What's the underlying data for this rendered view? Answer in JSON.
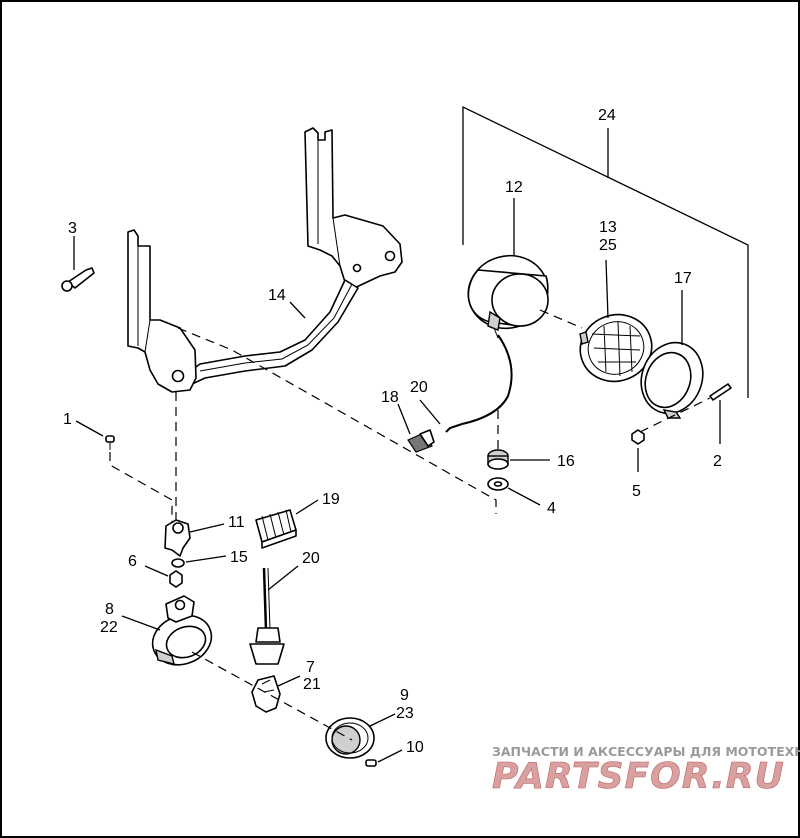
{
  "callouts": {
    "c1": "1",
    "c2": "2",
    "c3": "3",
    "c4": "4",
    "c5": "5",
    "c6": "6",
    "c7": "7",
    "c8": "8",
    "c9": "9",
    "c10": "10",
    "c11": "11",
    "c12": "12",
    "c13": "13",
    "c14": "14",
    "c15": "15",
    "c16": "16",
    "c17": "17",
    "c18": "18",
    "c19": "19",
    "c20a": "20",
    "c20b": "20",
    "c21": "21",
    "c22": "22",
    "c23": "23",
    "c24": "24",
    "c25": "25"
  },
  "watermark": {
    "tagline": "ЗАПЧАСТИ И АКСЕССУАРЫ ДЛЯ МОТОТЕХНИКИ",
    "logo": "PARTSFOR.RU"
  }
}
